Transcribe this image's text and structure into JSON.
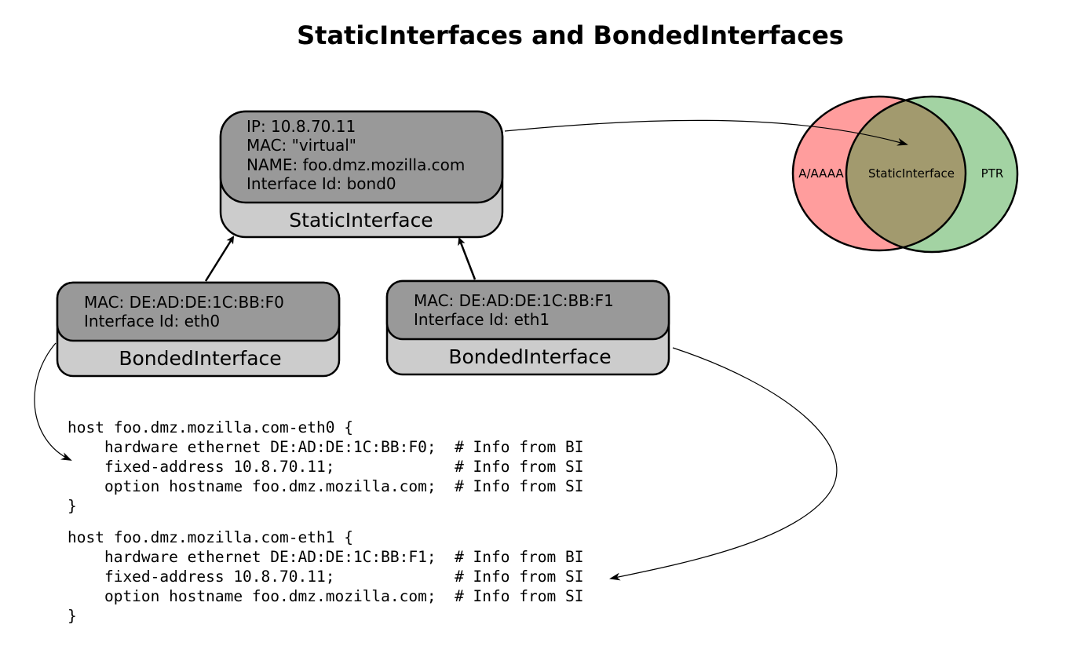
{
  "title": "StaticInterfaces and BondedInterfaces",
  "static_interface": {
    "lines": [
      "IP: 10.8.70.11",
      "MAC: \"virtual\"",
      "NAME: foo.dmz.mozilla.com",
      "Interface Id: bond0"
    ],
    "label": "StaticInterface"
  },
  "bonded_interfaces": [
    {
      "lines": [
        "MAC: DE:AD:DE:1C:BB:F0",
        "Interface Id: eth0"
      ],
      "label": "BondedInterface"
    },
    {
      "lines": [
        "MAC: DE:AD:DE:1C:BB:F1",
        "Interface Id: eth1"
      ],
      "label": "BondedInterface"
    }
  ],
  "venn": {
    "left_label": "A/AAAA",
    "overlap_label": "StaticInterface",
    "right_label": "PTR"
  },
  "code_blocks": [
    "host foo.dmz.mozilla.com-eth0 {\n    hardware ethernet DE:AD:DE:1C:BB:F0;  # Info from BI\n    fixed-address 10.8.70.11;             # Info from SI\n    option hostname foo.dmz.mozilla.com;  # Info from SI\n}",
    "host foo.dmz.mozilla.com-eth1 {\n    hardware ethernet DE:AD:DE:1C:BB:F1;  # Info from BI\n    fixed-address 10.8.70.11;             # Info from SI\n    option hostname foo.dmz.mozilla.com;  # Info from SI\n}"
  ],
  "colors": {
    "box_dark": "#999999",
    "box_light": "#cccccc",
    "venn_left": "#ff9d9d",
    "venn_right": "#a3d3a3",
    "venn_overlap": "#a29a6e"
  }
}
